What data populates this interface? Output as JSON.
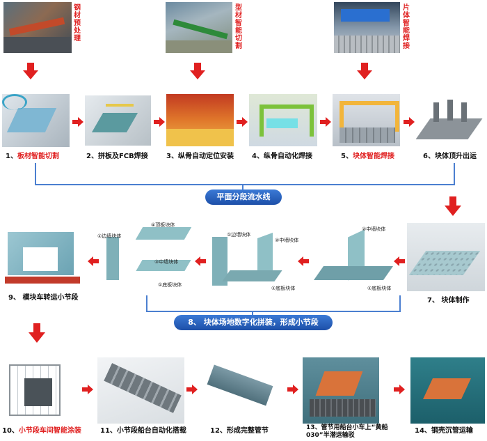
{
  "top_photos": {
    "p1": [
      "钢",
      "材",
      "预",
      "处",
      "理"
    ],
    "p2": [
      "型",
      "材",
      "智",
      "能",
      "切",
      "割"
    ],
    "p3": [
      "片",
      "体",
      "智",
      "能",
      "焊",
      "接"
    ]
  },
  "row1": [
    {
      "num": "1、",
      "text": "板材智能切割",
      "highlight": true
    },
    {
      "num": "2、",
      "text": "拼板及FCB焊接",
      "highlight": false
    },
    {
      "num": "3、",
      "text": "纵骨自动定位安装",
      "highlight": false
    },
    {
      "num": "4、",
      "text": "纵骨自动化焊接",
      "highlight": false
    },
    {
      "num": "5、",
      "text": "块体智能焊接",
      "highlight": true
    },
    {
      "num": "6、",
      "text": "块体顶升出运",
      "highlight": false
    }
  ],
  "banner1": "平面分段流水线",
  "row2": {
    "s7": "7、 块体制作",
    "s9": "9、 模块车转运小节段",
    "tags_a": [
      "②中墙块体",
      "①底板块体"
    ],
    "tags_b": [
      "①边墙块体",
      "②中墙块体",
      "①底板块体"
    ],
    "tags_c": [
      "④顶板块体",
      "①边墙块体",
      "③中墙块体",
      "①底板块体"
    ]
  },
  "banner2": "8、 块体场地数字化拼装，形成小节段",
  "row3": [
    {
      "num": "10、",
      "text": "小节段车间智能涂装",
      "highlight": true
    },
    {
      "num": "11、",
      "text": "小节段船台自动化搭载",
      "highlight": false
    },
    {
      "num": "12、",
      "text": "形成完整管节",
      "highlight": false
    },
    {
      "num": "13、",
      "text": "管节用船台小车上“黄船030”半潜运输驳",
      "highlight": false
    },
    {
      "num": "14、",
      "text": "钢壳沉管运输",
      "highlight": false
    }
  ],
  "colors": {
    "accent_red": "#e02020",
    "banner_blue": "#2a5db0",
    "bracket_blue": "#4b7fd0"
  }
}
